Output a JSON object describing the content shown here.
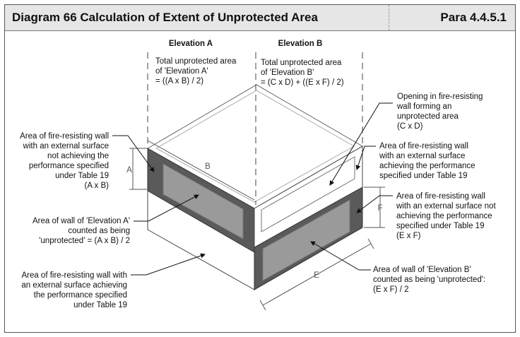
{
  "header": {
    "title": "Diagram 66 Calculation of Extent of Unprotected Area",
    "para": "Para 4.4.5.1"
  },
  "elevations": {
    "a_heading": "Elevation A",
    "b_heading": "Elevation B",
    "a_formula": [
      "Total unprotected area",
      "of 'Elevation A'",
      "= ((A x B) / 2)"
    ],
    "b_formula": [
      "Total unprotected area",
      "of 'Elevation B'",
      "= (C x D) + ((E x F) / 2)"
    ]
  },
  "dimensions": {
    "a": "A",
    "b": "B",
    "e": "E",
    "f": "F"
  },
  "callouts": {
    "left_top": [
      "Area of fire-resisting wall",
      "with an external surface",
      "not achieving the",
      "performance specified",
      "under Table 19",
      "(A x B)"
    ],
    "left_mid": [
      "Area of wall of 'Elevation A'",
      "counted as being",
      "'unprotected' = (A x B) / 2"
    ],
    "left_bottom": [
      "Area of fire-resisting wall with",
      "an external surface achieving",
      "the performance specified",
      "under Table 19"
    ],
    "right_opening": [
      "Opening in fire-resisting",
      "wall forming an",
      "unprotected area",
      "(C x D)"
    ],
    "right_achieving": [
      "Area of fire-resisting wall",
      "with an external surface",
      "achieving the performance",
      "specified under Table 19"
    ],
    "right_not_achieving": [
      "Area of fire-resisting wall",
      "with an external surface not",
      "achieving the performance",
      "specified under Table 19",
      "(E x F)"
    ],
    "right_bottom": [
      "Area of wall of 'Elevation B'",
      "counted as being 'unprotected':",
      "(E x F) / 2"
    ]
  },
  "colors": {
    "header_bg": "#e6e6e6",
    "dark_band": "#5a5a5a",
    "inner_panel": "#9a9a9a",
    "line": "#444444"
  }
}
